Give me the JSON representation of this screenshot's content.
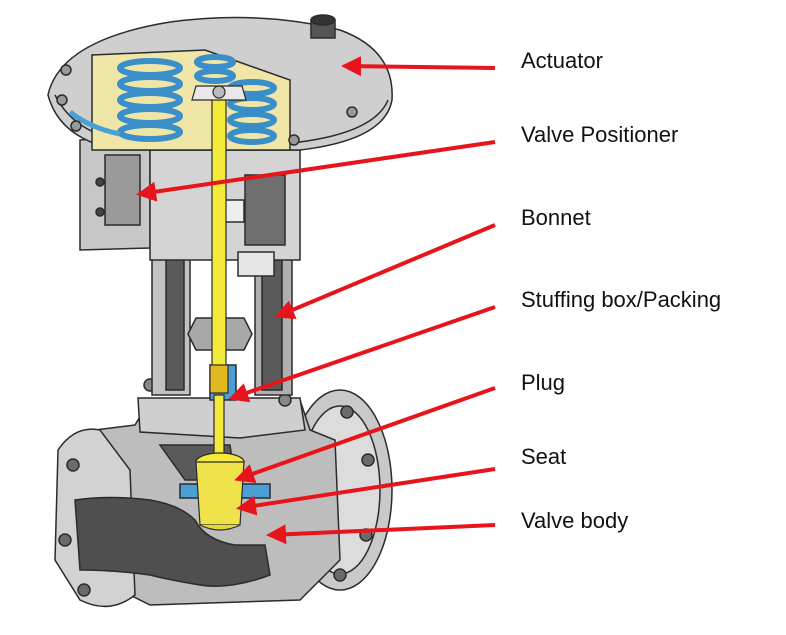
{
  "diagram": {
    "colors": {
      "arrow": "#e8141b",
      "metal_light": "#dcdcdc",
      "metal_mid": "#b9b9b9",
      "metal_dark": "#8a8a8a",
      "cut_face": "#545454",
      "stem_yellow": "#f4ea3a",
      "spring_blue": "#4a9fd6",
      "outline": "#2b2b2b"
    },
    "labels": [
      {
        "id": "actuator",
        "text": "Actuator"
      },
      {
        "id": "valve-positioner",
        "text": "Valve Positioner"
      },
      {
        "id": "bonnet",
        "text": "Bonnet"
      },
      {
        "id": "stuffing-box-packing",
        "text": "Stuffing box/Packing"
      },
      {
        "id": "plug",
        "text": "Plug"
      },
      {
        "id": "seat",
        "text": "Seat"
      },
      {
        "id": "valve-body",
        "text": "Valve body"
      }
    ]
  }
}
